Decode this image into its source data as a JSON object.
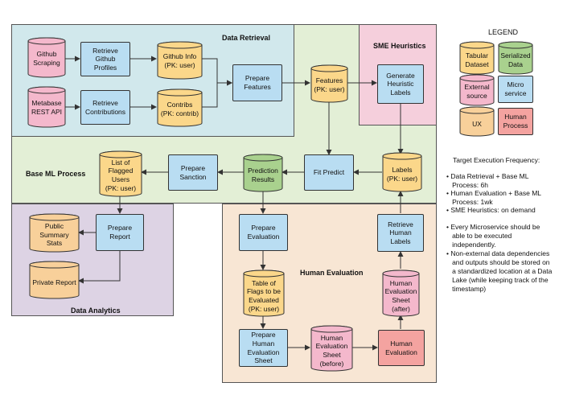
{
  "regions": {
    "data_retrieval": "Data Retrieval",
    "sme_heuristics": "SME Heuristics",
    "base_ml": "Base ML Process",
    "data_analytics": "Data Analytics",
    "human_evaluation": "Human Evaluation"
  },
  "nodes": {
    "github_scraping": "Github\nScraping",
    "metabase_api": "Metabase\nREST API",
    "retrieve_github_profiles": "Retrieve\nGithub\nProfiles",
    "retrieve_contributions": "Retrieve\nContributions",
    "github_info": "Github Info\n(PK: user)",
    "contribs": "Contribs\n(PK: contrib)",
    "prepare_features": "Prepare\nFeatures",
    "features": "Features\n(PK: user)",
    "generate_heuristic_labels": "Generate\nHeuristic\nLabels",
    "labels": "Labels\n(PK: user)",
    "fit_predict": "Fit Predict",
    "prediction_results": "Prediction\nResults",
    "prepare_sanction": "Prepare\nSanction",
    "flagged_users": "List of\nFlagged\nUsers\n(PK: user)",
    "prepare_report": "Prepare\nReport",
    "public_summary_stats": "Public\nSummary\nStats",
    "private_report": "Private Report",
    "prepare_evaluation": "Prepare\nEvaluation",
    "table_of_flags": "Table of\nFlags to be\nEvaluated\n(PK: user)",
    "prepare_human_eval_sheet": "Prepare\nHuman\nEvaluation\nSheet",
    "human_eval_sheet_before": "Human\nEvaluation\nSheet\n(before)",
    "human_evaluation": "Human\nEvaluation",
    "human_eval_sheet_after": "Human\nEvaluation\nSheet\n(after)",
    "retrieve_human_labels": "Retrieve\nHuman\nLabels"
  },
  "legend": {
    "title": "LEGEND",
    "tabular_dataset": "Tabular\nDataset",
    "serialized_data": "Serialized\nData",
    "external_source": "External\nsource",
    "micro_service": "Micro\nservice",
    "ux": "UX",
    "human_process": "Human\nProcess"
  },
  "notes": {
    "frequency_title": "Target Execution Frequency:",
    "freq_1": "• Data Retrieval + Base ML\n   Process: 6h",
    "freq_2": "• Human Evaluation + Base ML\n   Process: 1wk",
    "freq_3": "• SME Heuristics: on demand",
    "rule_1": "• Every Microservice should be\n   able to be executed\n   independently.",
    "rule_2": "• Non-external data dependencies\n   and outputs should be stored on\n   a standardized location at a Data\n   Lake (while keeping track of the\n   timestamp)"
  },
  "colors": {
    "data_retrieval_bg": "#d1e8ec",
    "base_ml_bg": "#e3efd6",
    "sme_bg": "#f5cfdc",
    "analytics_bg": "#ddd3e4",
    "human_eval_bg": "#f8e6d4",
    "tabular": "#fbd78a",
    "serialized": "#a9d18e",
    "external": "#f4b8cc",
    "micro_service": "#b9ddf2",
    "ux": "#f8d09a",
    "human_process": "#f4a3a0"
  }
}
